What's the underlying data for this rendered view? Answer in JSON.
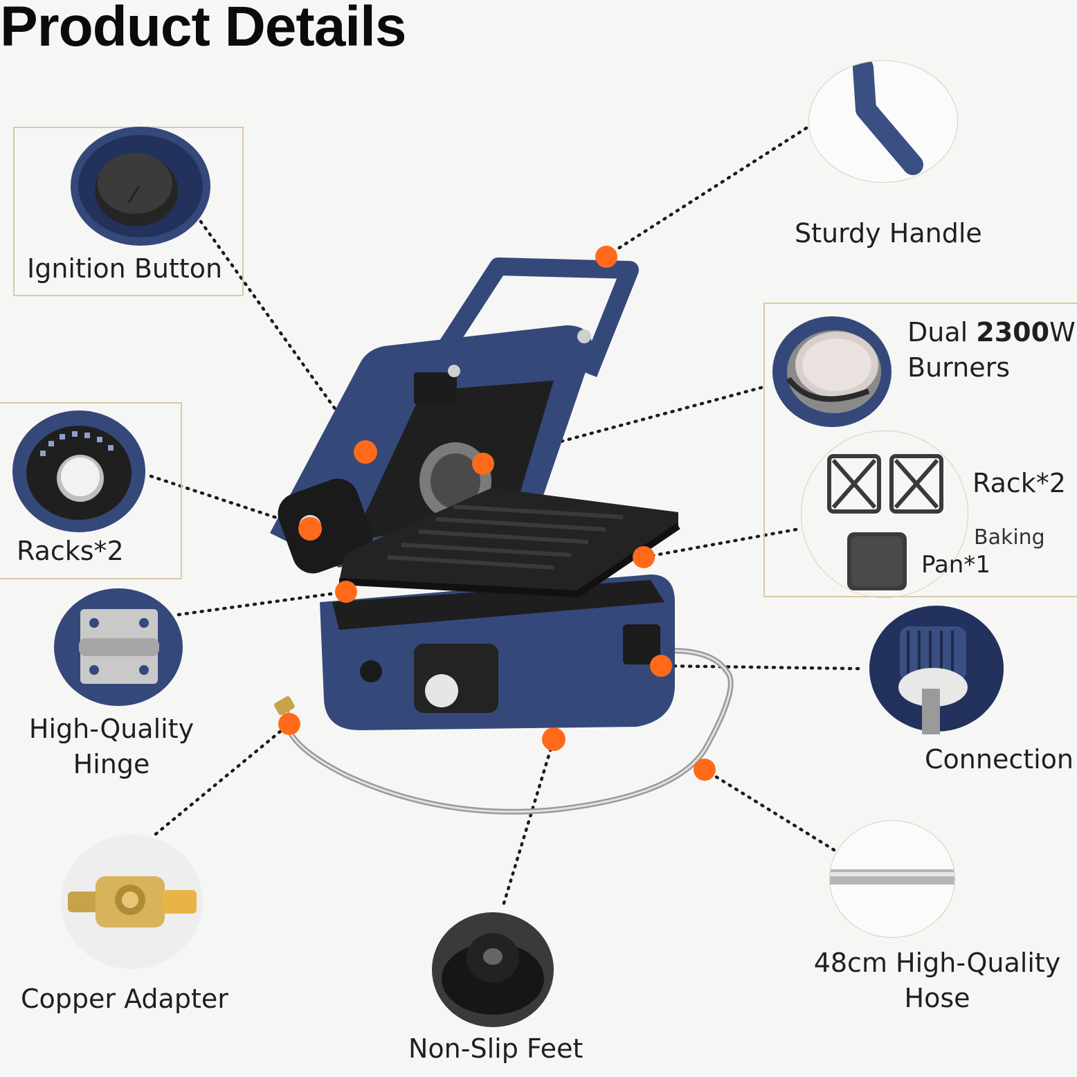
{
  "page": {
    "title": "Product Details"
  },
  "callouts": {
    "ignition_button": "Ignition Button",
    "sturdy_handle": "Sturdy Handle",
    "dual_prefix": "Dual",
    "dual_power": "2300",
    "dual_unit": "W",
    "burners": "Burners",
    "racks_knob": "Racks*2",
    "rack_count": "Rack*2",
    "baking": "Baking",
    "pan_count": "Pan*1",
    "hinge_line1": "High-Quality",
    "hinge_line2": "Hinge",
    "connection": "Connection",
    "copper_adapter": "Copper Adapter",
    "non_slip_feet": "Non-Slip Feet",
    "hose_line1": "48cm High-Quality",
    "hose_line2": "Hose"
  },
  "colors": {
    "background": "#f6f6f5",
    "product_blue": "#3a4f82",
    "marker_orange": "#ff6a1a",
    "frame_gold": "#d9c9a4",
    "connector_dots": "#1a1a1a"
  }
}
